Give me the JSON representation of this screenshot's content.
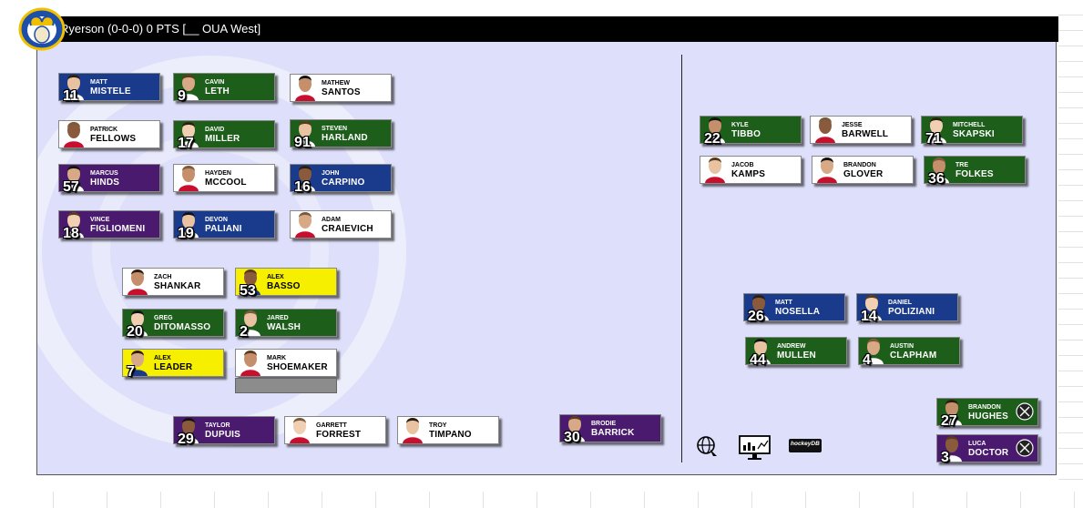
{
  "header": {
    "title": "Ryerson (0-0-0) 0 PTS [__ OUA West]"
  },
  "colors": {
    "blue": "#1a3a8c",
    "green": "#1d5e1b",
    "purple": "#4a1a6e",
    "yellow": "#f6f000",
    "white": "#ffffff",
    "board": "#dedffa"
  },
  "forwards": [
    {
      "first": "MATT",
      "last": "MISTELE",
      "number": "11",
      "color": "blue"
    },
    {
      "first": "CAVIN",
      "last": "LETH",
      "number": "9",
      "color": "green"
    },
    {
      "first": "MATHEW",
      "last": "SANTOS",
      "number": "",
      "color": "white"
    },
    {
      "first": "PATRICK",
      "last": "FELLOWS",
      "number": "",
      "color": "white"
    },
    {
      "first": "DAVID",
      "last": "MILLER",
      "number": "17",
      "color": "green"
    },
    {
      "first": "STEVEN",
      "last": "HARLAND",
      "number": "91",
      "color": "green"
    },
    {
      "first": "MARCUS",
      "last": "HINDS",
      "number": "57",
      "color": "purple"
    },
    {
      "first": "HAYDEN",
      "last": "MCCOOL",
      "number": "",
      "color": "white"
    },
    {
      "first": "JOHN",
      "last": "CARPINO",
      "number": "16",
      "color": "blue"
    },
    {
      "first": "VINCE",
      "last": "FIGLIOMENI",
      "number": "18",
      "color": "purple"
    },
    {
      "first": "DEVON",
      "last": "PALIANI",
      "number": "19",
      "color": "blue"
    },
    {
      "first": "ADAM",
      "last": "CRAIEVICH",
      "number": "",
      "color": "white"
    }
  ],
  "defense": [
    {
      "first": "ZACH",
      "last": "SHANKAR",
      "number": "",
      "color": "white"
    },
    {
      "first": "ALEX",
      "last": "BASSO",
      "number": "53",
      "color": "yellow"
    },
    {
      "first": "Greg",
      "last": "DITOMASSO",
      "number": "20",
      "color": "green"
    },
    {
      "first": "JARED",
      "last": "WALSH",
      "number": "2",
      "color": "green"
    },
    {
      "first": "ALEX",
      "last": "LEADER",
      "number": "7",
      "color": "yellow"
    },
    {
      "first": "MARK",
      "last": "SHOEMAKER",
      "number": "",
      "color": "white"
    }
  ],
  "bottom_row": [
    {
      "first": "TAYLOR",
      "last": "DUPUIS",
      "number": "29",
      "color": "purple"
    },
    {
      "first": "GARRETT",
      "last": "FORREST",
      "number": "",
      "color": "white"
    },
    {
      "first": "TROY",
      "last": "TIMPANO",
      "number": "",
      "color": "white"
    },
    {
      "first": "BRODIE",
      "last": "BARRICK",
      "number": "30",
      "color": "purple"
    }
  ],
  "extra_forwards": [
    {
      "first": "KYLE",
      "last": "TIBBO",
      "number": "22",
      "color": "green"
    },
    {
      "first": "JESSE",
      "last": "BARWELL",
      "number": "",
      "color": "white"
    },
    {
      "first": "MITCHELL",
      "last": "SKAPSKI",
      "number": "71",
      "color": "green"
    },
    {
      "first": "JACOB",
      "last": "KAMPS",
      "number": "",
      "color": "white"
    },
    {
      "first": "BRANDON",
      "last": "GLOVER",
      "number": "",
      "color": "white"
    },
    {
      "first": "TRE",
      "last": "FOLKES",
      "number": "36",
      "color": "green"
    }
  ],
  "extra_defense": [
    {
      "first": "MATT",
      "last": "NOSELLA",
      "number": "26",
      "color": "blue"
    },
    {
      "first": "DANIEL",
      "last": "POLIZIANI",
      "number": "14",
      "color": "blue"
    },
    {
      "first": "ANDREW",
      "last": "MULLEN",
      "number": "44",
      "color": "green"
    },
    {
      "first": "AUSTIN",
      "last": "CLAPHAM",
      "number": "4",
      "color": "green"
    }
  ],
  "goalies": [
    {
      "first": "BRANDON",
      "last": "HUGHES",
      "number": "27",
      "color": "green"
    },
    {
      "first": "LUCA",
      "last": "DOCTOR",
      "number": "3",
      "color": "purple"
    }
  ],
  "toolbar": {
    "hockeydb_label": "hockeyDB",
    "icons": [
      "globe-icon",
      "monitor-stats-icon",
      "hockeydb-logo"
    ]
  }
}
